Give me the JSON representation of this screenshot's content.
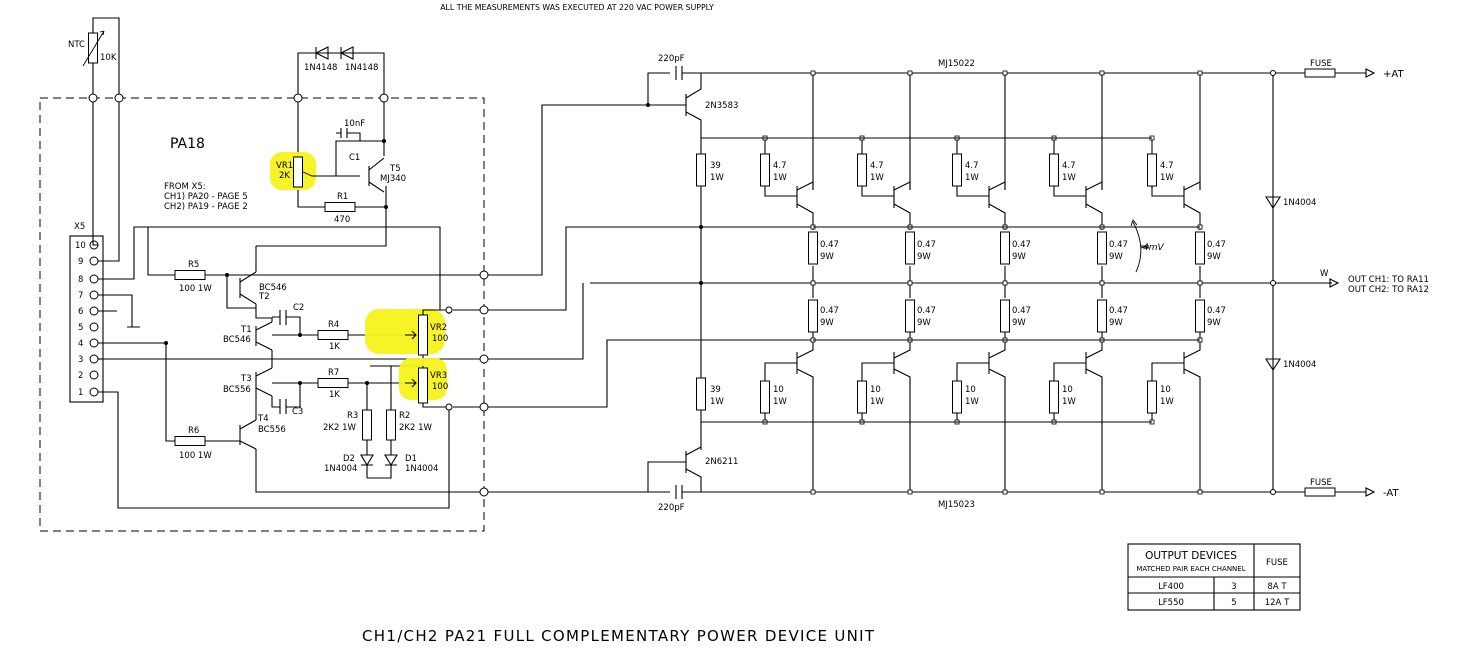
{
  "header_note": "ALL THE MEASUREMENTS WAS EXECUTED AT 220 VAC POWER SUPPLY",
  "title": "CH1/CH2 PA21 FULL COMPLEMENTARY POWER DEVICE UNIT",
  "board_label": "PA18",
  "from_note": [
    "FROM X5:",
    "CH1) PA20 - PAGE 5",
    "CH2) PA19 - PAGE 2"
  ],
  "connector": {
    "name": "X5",
    "pins": [
      "10",
      "9",
      "8",
      "7",
      "6",
      "5",
      "4",
      "3",
      "2",
      "1"
    ]
  },
  "ntc": {
    "label": "NTC",
    "value": "10K"
  },
  "diodes_top": [
    "1N4148",
    "1N4148"
  ],
  "cap_c1": {
    "value": "10nF",
    "ref": "C1"
  },
  "vr1": {
    "ref": "VR1",
    "value": "2K"
  },
  "t5": {
    "ref": "T5",
    "part": "MJ340"
  },
  "r1": {
    "ref": "R1",
    "value": "470"
  },
  "r5": {
    "ref": "R5",
    "value": "100  1W"
  },
  "r6": {
    "ref": "R6",
    "value": "100  1W"
  },
  "t2": {
    "part": "BC546",
    "ref": "T2"
  },
  "t1": {
    "ref": "T1",
    "part": "BC546"
  },
  "t3": {
    "ref": "T3",
    "part": "BC556"
  },
  "t4": {
    "ref": "T4",
    "part": "BC556"
  },
  "c2": "C2",
  "c3": "C3",
  "r4": {
    "ref": "R4",
    "value": "1K"
  },
  "r7": {
    "ref": "R7",
    "value": "1K"
  },
  "vr2": {
    "ref": "VR2",
    "value": "100"
  },
  "vr3": {
    "ref": "VR3",
    "value": "100"
  },
  "r3": {
    "ref": "R3",
    "value": "2K2  1W"
  },
  "r2": {
    "ref": "R2",
    "value": "2K2  1W"
  },
  "d2": {
    "ref": "D2",
    "part": "1N4004"
  },
  "d1": {
    "ref": "D1",
    "part": "1N4004"
  },
  "cap_top": "220pF",
  "cap_bottom": "220pF",
  "driver_top": "2N3583",
  "driver_bottom": "2N6211",
  "r_driver_top": {
    "value": "39",
    "rating": "1W"
  },
  "r_driver_bottom": {
    "value": "39",
    "rating": "1W"
  },
  "upper_power": "MJ15022",
  "lower_power": "MJ15023",
  "base_r_top": {
    "value": "4.7",
    "rating": "1W"
  },
  "base_r_bottom": {
    "value": "10",
    "rating": "1W"
  },
  "emitter_r": {
    "value": "0.47",
    "rating": "9W"
  },
  "measure_note": "4mV",
  "fuse": "FUSE",
  "rail_pos": "+AT",
  "rail_neg": "-AT",
  "diode_rail": "1N4004",
  "out_node": "W",
  "out_ch1": "OUT CH1:  TO RA11",
  "out_ch2": "OUT CH2:  TO RA12",
  "devices_table": {
    "header_title": "OUTPUT DEVICES",
    "header_sub": "MATCHED PAIR EACH CHANNEL",
    "header_fuse": "FUSE",
    "rows": [
      {
        "model": "LF400",
        "pairs": "3",
        "fuse": "8A T"
      },
      {
        "model": "LF550",
        "pairs": "5",
        "fuse": "12A T"
      }
    ]
  }
}
